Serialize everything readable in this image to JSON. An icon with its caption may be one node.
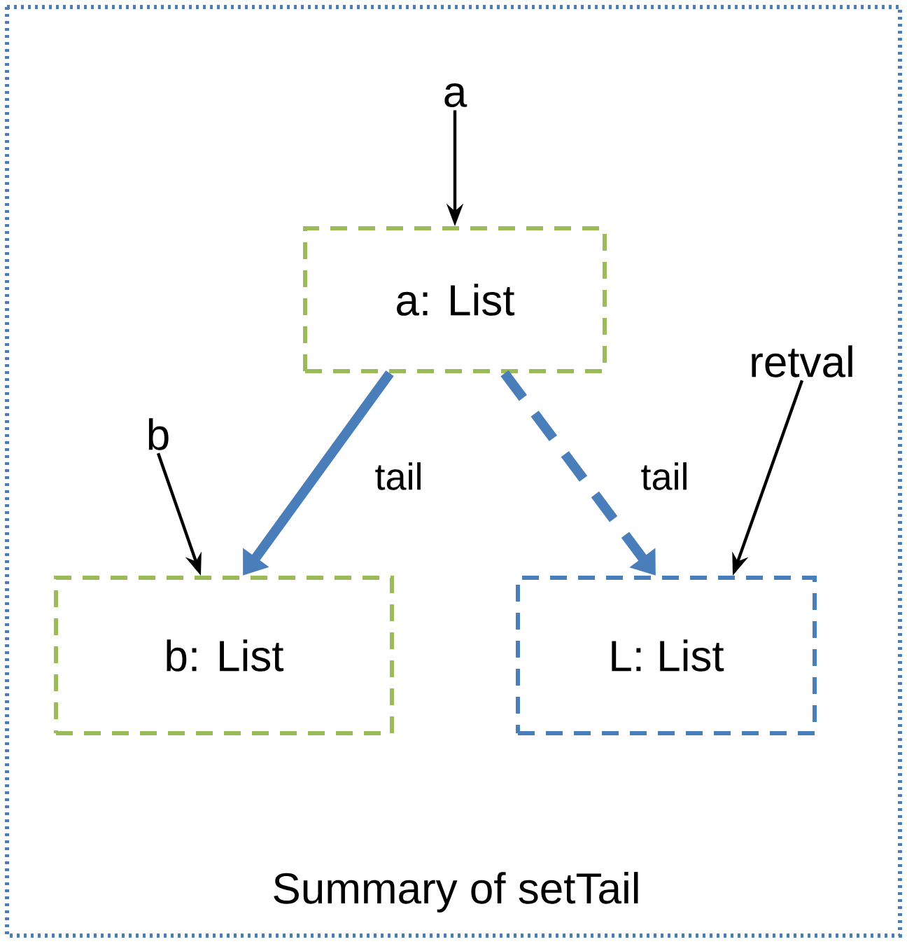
{
  "diagram": {
    "nodes": [
      {
        "text": [
          "Summary of setTail"
        ]
      },
      {
        "text": [
          "a"
        ],
        "in": 0
      },
      {
        "text": [
          "a: List"
        ],
        "in": 0
      },
      {
        "text": [
          "b"
        ],
        "in": 0
      },
      {
        "text": [
          "b: List"
        ],
        "in": 0
      },
      {
        "text": [
          "retval"
        ],
        "in": 0
      },
      {
        "text": [
          "L: List"
        ],
        "in": 0
      }
    ],
    "edges": [
      {
        "from": 1,
        "to": 2,
        "arrow": "to"
      },
      {
        "from": 2,
        "to": 4,
        "arrow": "to",
        "label": "tail",
        "style": "thick",
        "color": "#4a7ebb"
      },
      {
        "from": 2,
        "to": 6,
        "arrow": "to",
        "label": "tail",
        "style": "dashed",
        "color": "#4a7ebb"
      },
      {
        "from": 3,
        "to": 4,
        "arrow": "to"
      },
      {
        "from": 5,
        "to": 6,
        "arrow": "to"
      }
    ]
  }
}
